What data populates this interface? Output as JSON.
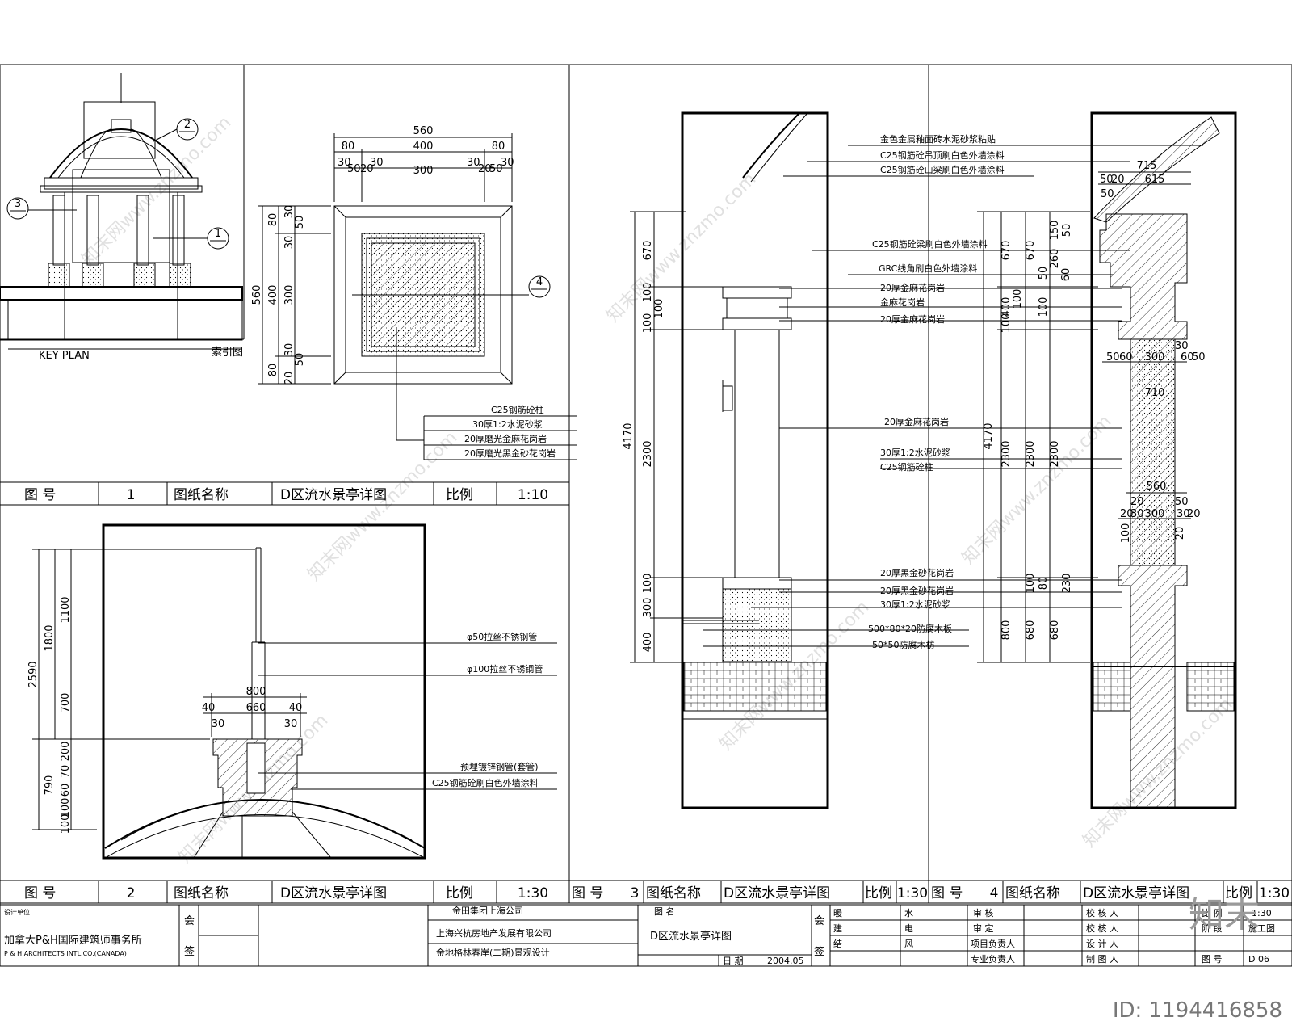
{
  "key_plan": {
    "label_en": "KEY PLAN",
    "label_cn": "索引图",
    "tags": [
      "1",
      "2",
      "3"
    ]
  },
  "plan_section": {
    "dims_top": [
      "560",
      "80",
      "400",
      "80",
      "30",
      "50",
      "20",
      "30",
      "300",
      "30",
      "20",
      "50",
      "30"
    ],
    "dims_left": [
      "560",
      "80",
      "30",
      "50",
      "300",
      "30",
      "20",
      "50",
      "30",
      "400",
      "80",
      "30",
      "50",
      "20",
      "30",
      "80"
    ],
    "section_tag": "4",
    "materials": [
      "C25钢筋砼柱",
      "30厚1:2水泥砂浆",
      "20厚磨光金麻花岗岩",
      "20厚磨光黑金砂花岗岩"
    ]
  },
  "title_bars": [
    {
      "no": "1",
      "name_label": "图纸名称",
      "name": "D区流水景亭详图",
      "scale_label": "比例",
      "scale": "1:10",
      "no_label": "图 号"
    },
    {
      "no": "2",
      "name_label": "图纸名称",
      "name": "D区流水景亭详图",
      "scale_label": "比例",
      "scale": "1:30",
      "no_label": "图 号"
    },
    {
      "no": "3",
      "name_label": "图纸名称",
      "name": "D区流水景亭详图",
      "scale_label": "比例",
      "scale": "1:30",
      "no_label": "图 号"
    },
    {
      "no": "4",
      "name_label": "图纸名称",
      "name": "D区流水景亭详图",
      "scale_label": "比例",
      "scale": "1:30",
      "no_label": "图 号"
    }
  ],
  "top_detail": {
    "dims_left": [
      "2590",
      "1800",
      "1100",
      "700",
      "790",
      "200",
      "70",
      "60",
      "100",
      "100"
    ],
    "dims_top": [
      "800",
      "40",
      "660",
      "40",
      "30",
      "30"
    ],
    "notes": [
      "φ50拉丝不锈钢管",
      "φ100拉丝不锈钢管",
      "预埋镀锌钢管(套管)",
      "C25钢筋砼刷白色外墙涂料"
    ]
  },
  "elevation3": {
    "dims": [
      "4170",
      "670",
      "100",
      "100",
      "100",
      "2300",
      "100",
      "300",
      "400"
    ],
    "notes": [
      "金色金属釉面砖水泥砂浆粘贴",
      "C25钢筋砼吊顶刷白色外墙涂料",
      "C25钢筋砼山梁刷白色外墙涂料",
      "C25钢筋砼梁刷白色外墙涂料",
      "GRC线角刷白色外墙涂料",
      "20厚金麻花岗岩",
      "金麻花岗岩",
      "20厚金麻花岗岩",
      "20厚金麻花岗岩",
      "30厚1:2水泥砂浆",
      "C25钢筋砼柱",
      "20厚黑金砂花岗岩",
      "20厚黑金砂花岗岩",
      "30厚1:2水泥砂浆",
      "500*80*20防腐木板",
      "50*50防腐木枋"
    ]
  },
  "section4": {
    "dims_left": [
      "4170",
      "670",
      "400",
      "100",
      "100",
      "2300",
      "800",
      "680",
      "680",
      "100",
      "80",
      "230",
      "50",
      "150",
      "260",
      "50",
      "60",
      "100"
    ],
    "dims_right": [
      "715",
      "50",
      "20",
      "615",
      "50",
      "50",
      "60",
      "300",
      "60",
      "50",
      "710",
      "30",
      "560",
      "20",
      "30",
      "300",
      "30",
      "20",
      "100",
      "20",
      "20",
      "50"
    ]
  },
  "title_block": {
    "company_cn": "加拿大P&H国际建筑师事务所",
    "company_en": "P & H ARCHITECTS INTL.CO.(CANADA)",
    "design_label": "设计单位",
    "client1": "金田集团上海公司",
    "client2": "上海兴杭房地产发展有限公司",
    "project": "金地格林春岸(二期)景观设计",
    "sheet_name_label": "图 名",
    "sheet_name": "D区流水景亭详图",
    "date_label": "日 期",
    "date": "2004.05",
    "hui": "会",
    "qian": "签",
    "disciplines": [
      "暖",
      "建",
      "结",
      "水",
      "电",
      "风"
    ],
    "roles": [
      "审 核",
      "审 定",
      "项目负责人",
      "专业负责人",
      "校 核 人",
      "设 计 人",
      "制 图 人"
    ],
    "scale_label": "比 例",
    "scale": "1:30",
    "stage_label": "阶 段",
    "stage": "施工图",
    "no_label": "图 号",
    "no": "D 06"
  },
  "branding": {
    "logo": "知末",
    "watermark": "知末网www.znzmo.com",
    "id": "ID: 1194416858"
  }
}
